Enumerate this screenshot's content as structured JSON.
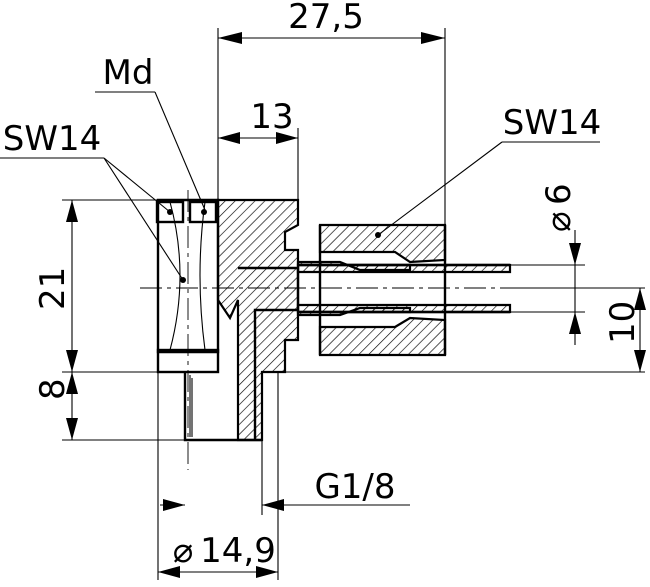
{
  "dimensions": {
    "length_total": "27,5",
    "length_head": "13",
    "label_md": "Md",
    "label_sw_left": "SW14",
    "label_sw_right": "SW14",
    "diameter_tube": "6",
    "diameter_symbol": "⌀",
    "offset_10": "10",
    "height_21": "21",
    "height_8": "8",
    "thread": "G1/8",
    "diameter_thread": "14,9"
  }
}
